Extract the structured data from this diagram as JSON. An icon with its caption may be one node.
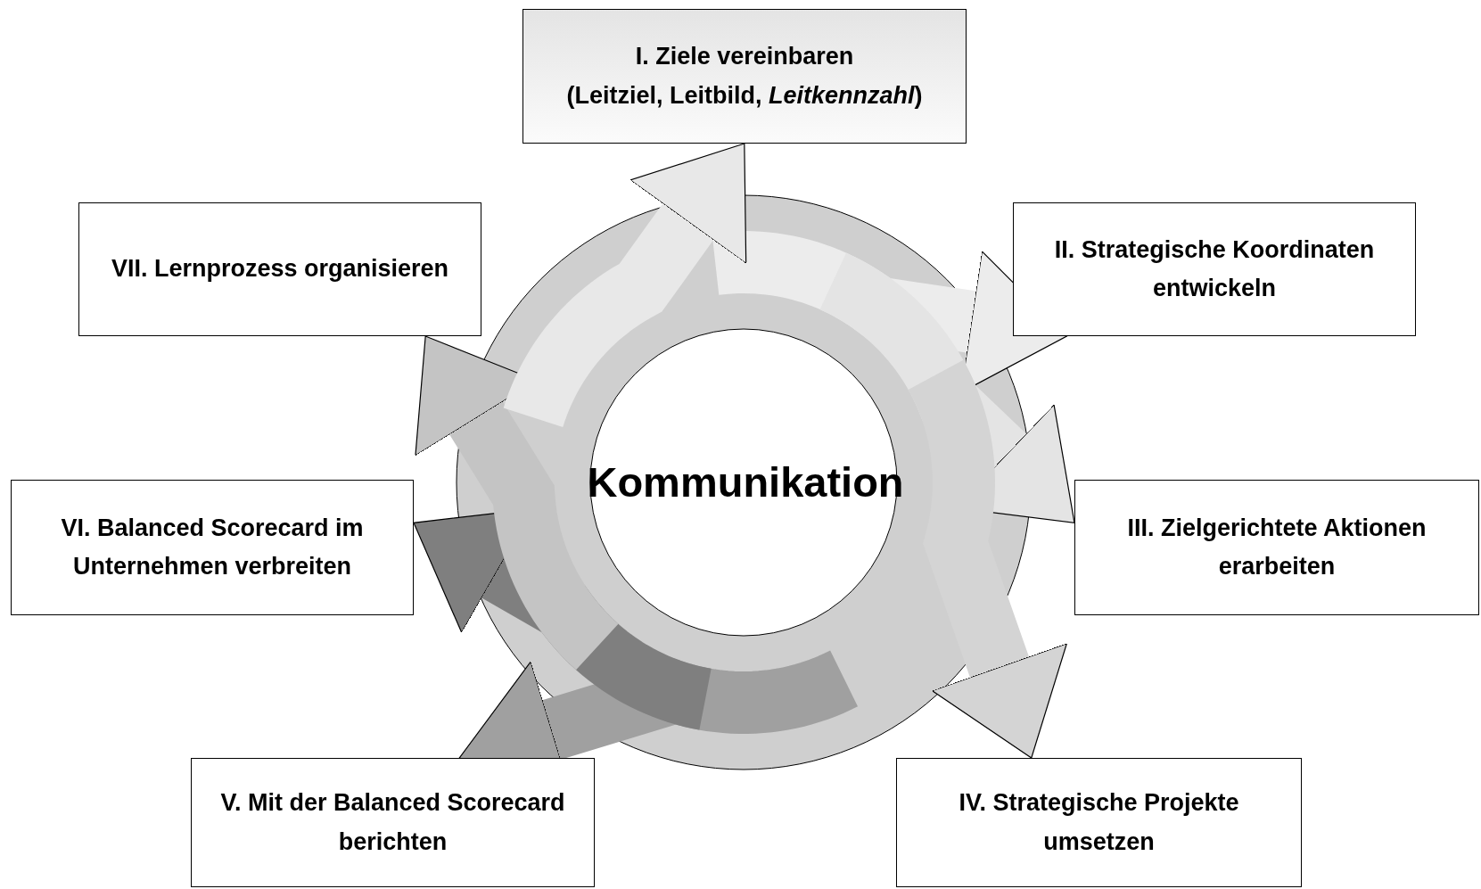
{
  "diagram": {
    "nodes": [
      {
        "text": [
          "I. Ziele vereinbaren",
          "(Leitziel, Leitbild, *Leitkennzahl*)"
        ]
      },
      {
        "text": [
          "II. Strategische Koordinaten entwickeln"
        ]
      },
      {
        "text": [
          "III. Zielgerichtete Aktionen erarbeiten"
        ]
      },
      {
        "text": [
          "IV. Strategische Projekte umsetzen"
        ]
      },
      {
        "text": [
          "V. Mit der Balanced Scorecard berichten"
        ]
      },
      {
        "text": [
          "VI. Balanced Scorecard im Unternehmen verbreiten"
        ]
      },
      {
        "text": [
          "VII. Lernprozess organisieren"
        ]
      }
    ],
    "edges": [
      {
        "from": null,
        "to": 1,
        "arrow": "to",
        "color": "#ececec"
      },
      {
        "from": null,
        "to": 2,
        "arrow": "to",
        "color": "#e4e4e4"
      },
      {
        "from": null,
        "to": 3,
        "arrow": "to",
        "color": "#d4d4d4"
      },
      {
        "from": null,
        "to": 4,
        "arrow": "to",
        "color": "#a0a0a0"
      },
      {
        "from": null,
        "to": 5,
        "arrow": "to",
        "color": "#7f7f7f"
      },
      {
        "from": null,
        "to": 6,
        "arrow": "to",
        "color": "#c4c4c4"
      },
      {
        "from": null,
        "to": 0,
        "arrow": "to",
        "color": "#e8e8e8"
      }
    ],
    "labels": [
      "Kommunikation"
    ]
  }
}
